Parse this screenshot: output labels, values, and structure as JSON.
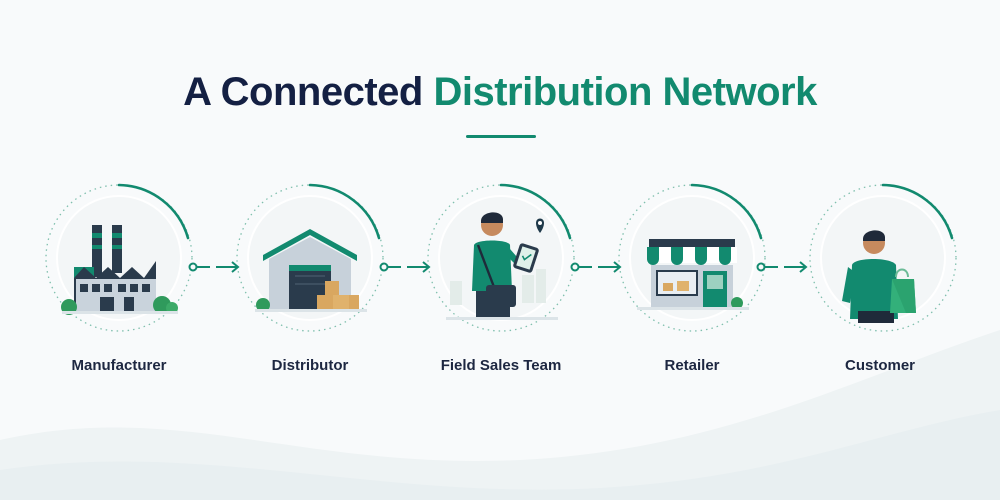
{
  "title": {
    "part1": "A Connected",
    "part2": "Distribution Network"
  },
  "colors": {
    "navy": "#142043",
    "teal": "#128a6f",
    "light_teal": "#dff1ea"
  },
  "steps": [
    {
      "label": "Manufacturer",
      "icon": "factory-icon"
    },
    {
      "label": "Distributor",
      "icon": "warehouse-icon"
    },
    {
      "label": "Field Sales Team",
      "icon": "sales-person-icon"
    },
    {
      "label": "Retailer",
      "icon": "store-icon"
    },
    {
      "label": "Customer",
      "icon": "customer-icon"
    }
  ]
}
